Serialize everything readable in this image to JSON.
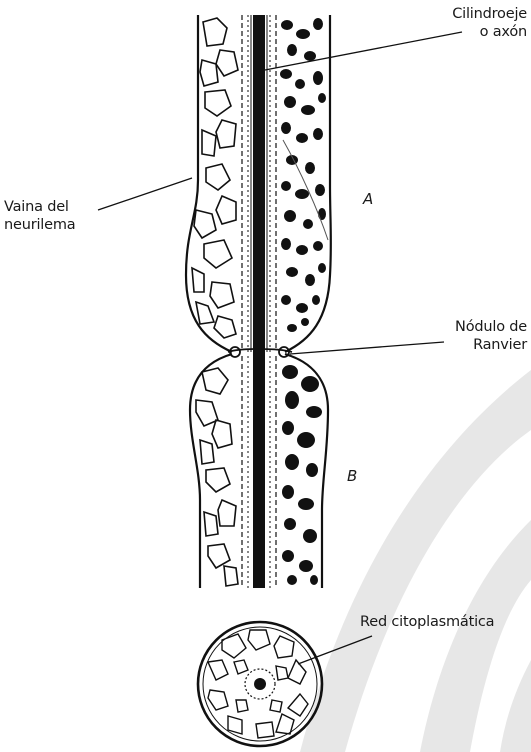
{
  "labels": {
    "axon": [
      "Cilindroeje",
      "o axón"
    ],
    "vaina": [
      "Vaina del",
      "neurilema"
    ],
    "nodulo": [
      "Nódulo de",
      "Ranvier"
    ],
    "red": "Red citoplasmática",
    "segment_a": "A",
    "segment_b": "B"
  },
  "colors": {
    "ink": "#111111",
    "watermark": "#e7e7e7",
    "background": "#ffffff"
  }
}
